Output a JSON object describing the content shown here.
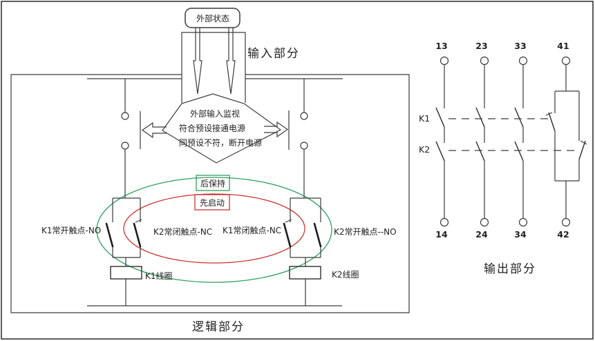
{
  "diagram": {
    "sections": {
      "input": "输入部分",
      "logic": "逻辑部分",
      "output": "输出部分"
    },
    "external_status": {
      "label": "外部状态"
    },
    "monitor": {
      "lines": [
        "外部输入监视",
        "符合预设接通电源",
        "同预设不符，断开电源"
      ]
    },
    "annotations": {
      "hold": "后保持",
      "start": "先启动"
    },
    "contacts": {
      "k1_no": "K1常开触点-NO",
      "k2_nc": "K2常闭触点-NC",
      "k1_nc": "K1常闭触点-NC",
      "k2_no": "K2常开触点--NO"
    },
    "coils": {
      "k1": "K1线圈",
      "k2": "K2线圈"
    },
    "output": {
      "rows": [
        "K1",
        "K2"
      ],
      "top_terminals": [
        "13",
        "23",
        "33",
        "41"
      ],
      "bottom_terminals": [
        "14",
        "24",
        "34",
        "42"
      ]
    },
    "colors": {
      "line": "#3a3a3a",
      "green": "#2ca05a",
      "red": "#cc3333",
      "text": "#222222"
    }
  }
}
